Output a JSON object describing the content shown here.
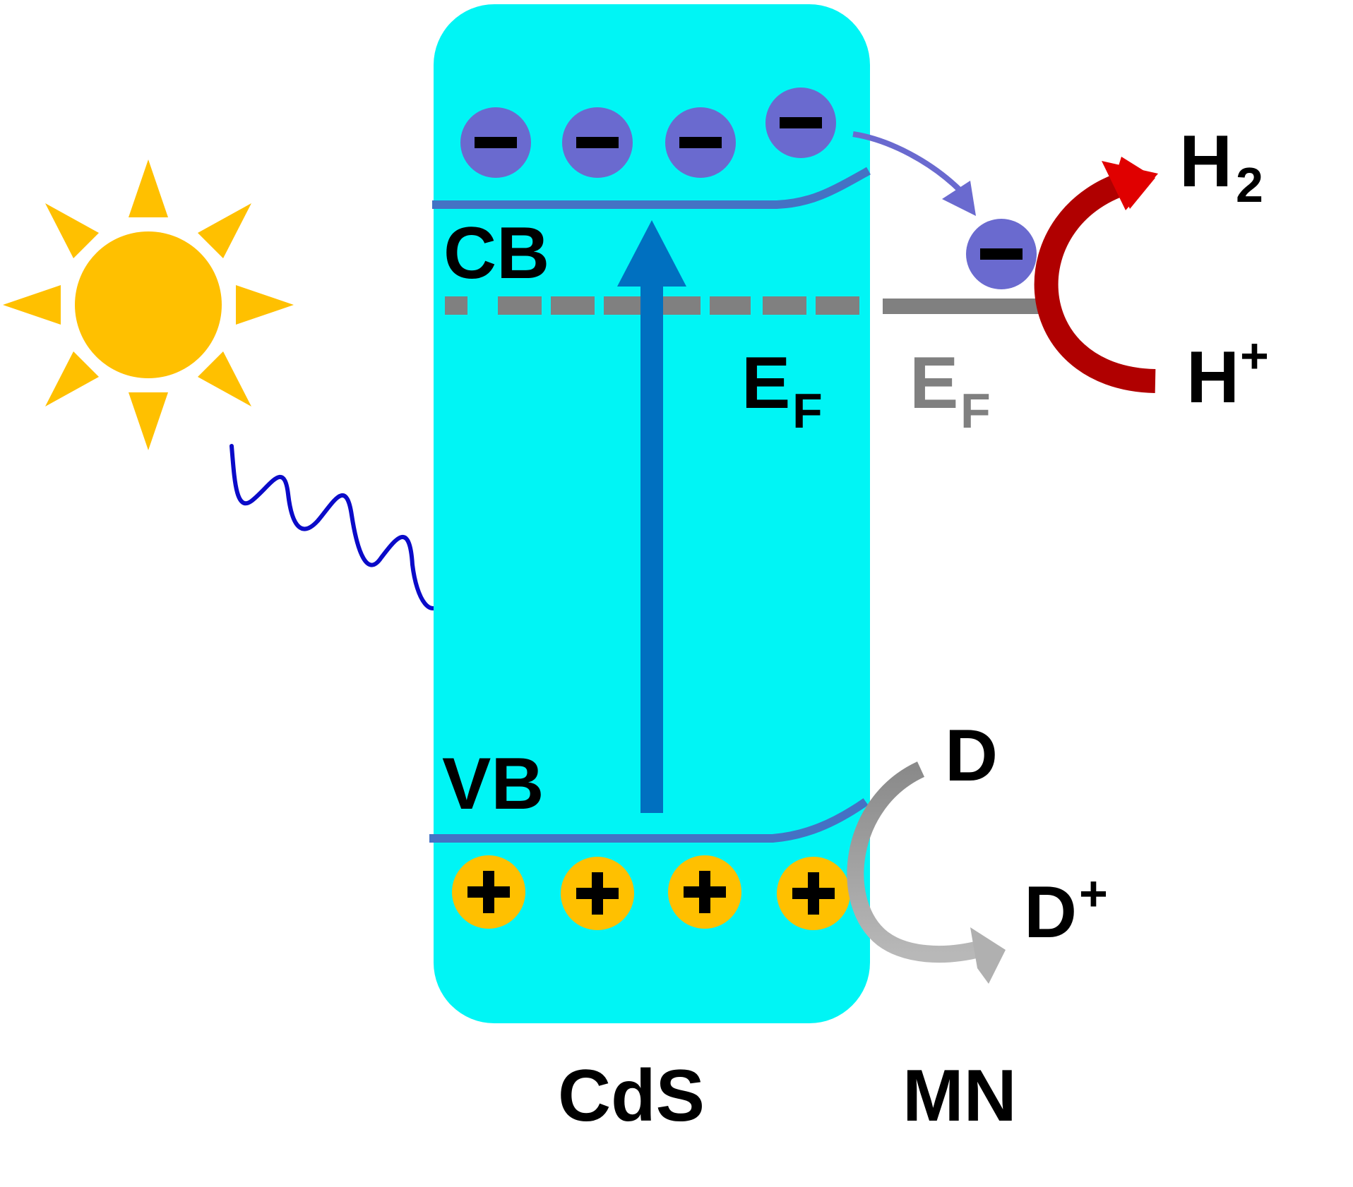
{
  "labels": {
    "cb": "CB",
    "vb": "VB",
    "ef_letter": "E",
    "ef_sub": "F",
    "h2_letter": "H",
    "h2_sub": "2",
    "hplus_letter": "H",
    "hplus_sup": "+",
    "d": "D",
    "dplus_letter": "D",
    "dplus_sup": "+",
    "cds": "CdS",
    "mn": "MN",
    "minus": "−",
    "plus": "+"
  },
  "colors": {
    "semiconductor": "#00F5F5",
    "band_line": "#4472C4",
    "fermi": "#808080",
    "electron": "#6A6ACF",
    "hole": "#FFC000",
    "sun": "#FFC000",
    "photon": "#0A0AC8",
    "excitation_arrow": "#0070C0",
    "h2_arrow": "#C00000",
    "d_arrow": "#A0A0A0"
  },
  "icons": [
    "sun-icon",
    "photon-wave-icon",
    "electron-icon",
    "hole-icon"
  ]
}
